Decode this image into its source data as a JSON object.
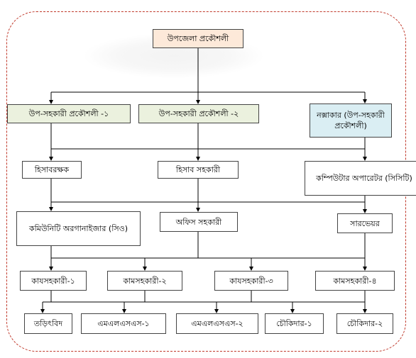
{
  "diagram": {
    "root": "উপজেলা প্রকৌশলী",
    "level1": [
      "উপ-সহকারী প্রকৌশলী -১",
      "উপ-সহকারী প্রকৌশলী -২",
      "নক্সাকার (উপ-সহকারী প্রকৌশলী)"
    ],
    "level2": [
      "হিসাবরক্ষক",
      "হিসাব সহকারী",
      "কম্পিউটার অপারেটর (সিসিটি)"
    ],
    "level3": [
      "কমিউনিটি অরগানাইজার (সিও)",
      "অফিস সহকারী",
      "সারভেয়র"
    ],
    "level4": [
      "কাযসহকারী-১",
      "কামসহকারী-২",
      "কাযসহকারী-৩",
      "কামসহকারী-৪"
    ],
    "level5": [
      "তড়িৎবিদ",
      "এমএলএসএস-১",
      "এমএলএসএস-২",
      "চৌকিদার-১",
      "চৌকিদার-২"
    ]
  }
}
